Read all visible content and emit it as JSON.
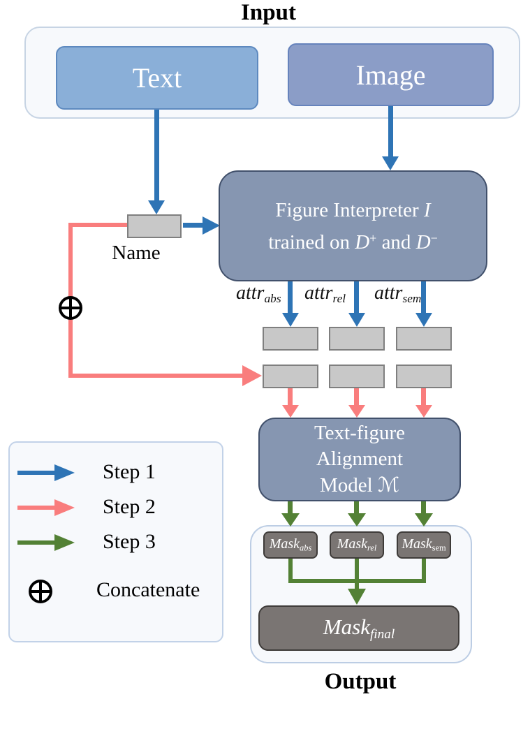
{
  "diagram": {
    "input_label": "Input",
    "output_label": "Output",
    "input_group": {
      "text_box_label": "Text",
      "image_box_label": "Image"
    },
    "name_node_label": "Name",
    "interpreter": {
      "line1_prefix": "Figure Interpreter ",
      "line1_var": "I",
      "line2_part1": "trained on ",
      "line2_var1": "D",
      "line2_sup1": "+",
      "line2_part2": " and ",
      "line2_var2": "D",
      "line2_sup2": "−"
    },
    "attr_labels": [
      {
        "base": "attr",
        "sub": "abs"
      },
      {
        "base": "attr",
        "sub": "rel"
      },
      {
        "base": "attr",
        "sub": "sem"
      }
    ],
    "alignment": {
      "line1": "Text-figure",
      "line2": "Alignment",
      "line3_prefix": "Model ",
      "line3_var": "ℳ"
    },
    "masks": [
      {
        "base": "Mask",
        "sub": "abs"
      },
      {
        "base": "Mask",
        "sub": "rel"
      },
      {
        "base": "Mask",
        "sub": "sem"
      }
    ],
    "mask_final": {
      "base": "Mask",
      "sub": "final"
    }
  },
  "legend": {
    "items": [
      {
        "type": "arrow",
        "label": "Step 1",
        "color": "#2E74B5"
      },
      {
        "type": "arrow",
        "label": "Step 2",
        "color": "#F97D7D"
      },
      {
        "type": "arrow",
        "label": "Step 3",
        "color": "#538135"
      },
      {
        "type": "symbol",
        "icon": "circled-plus",
        "label": "Concatenate"
      }
    ]
  },
  "colors": {
    "step1_blue": "#2E74B5",
    "step2_pink": "#F97D7D",
    "step3_green": "#538135",
    "text_box_fill": "#8AAFD8",
    "image_box_fill": "#8B9DC7",
    "model_box_fill": "#8696B1",
    "model_box_border": "#41506B",
    "small_box_fill": "#C8C8C8",
    "small_box_border": "#7F7F7F",
    "mask_box_fill": "#7A7573",
    "mask_box_border": "#3E3B39",
    "container_fill": "#F7F9FC",
    "container_border": "#C7D4E4"
  }
}
